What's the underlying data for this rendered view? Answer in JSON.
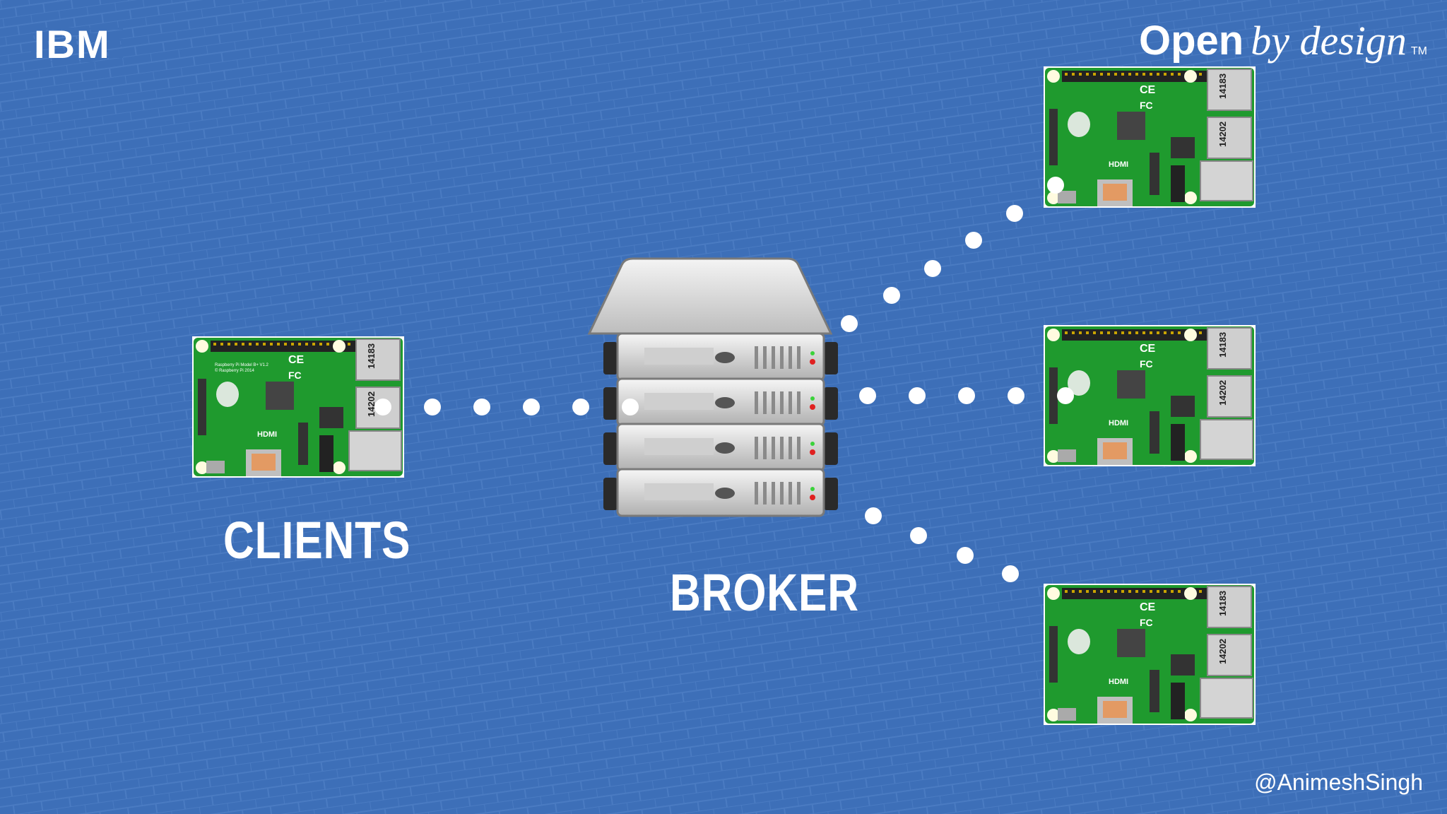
{
  "brand": {
    "logo": "IBM",
    "tagline_open": "Open",
    "tagline_rest": "by design",
    "tagline_tm": "TM"
  },
  "labels": {
    "clients": "CLIENTS",
    "broker": "BROKER"
  },
  "handle": "@AnimeshSingh",
  "board_text": {
    "usb1": "14183",
    "usb2": "14202",
    "hdmi": "HDMI",
    "ce": "CE",
    "fc": "FC",
    "model": "Raspberry Pi Model B+ V1.2",
    "copyright": "© Raspberry Pi 2014"
  },
  "colors": {
    "background": "#3d6fb8",
    "board_green": "#1f9a2e",
    "server_gray": "#d9d9d9",
    "dots": "#ffffff"
  }
}
